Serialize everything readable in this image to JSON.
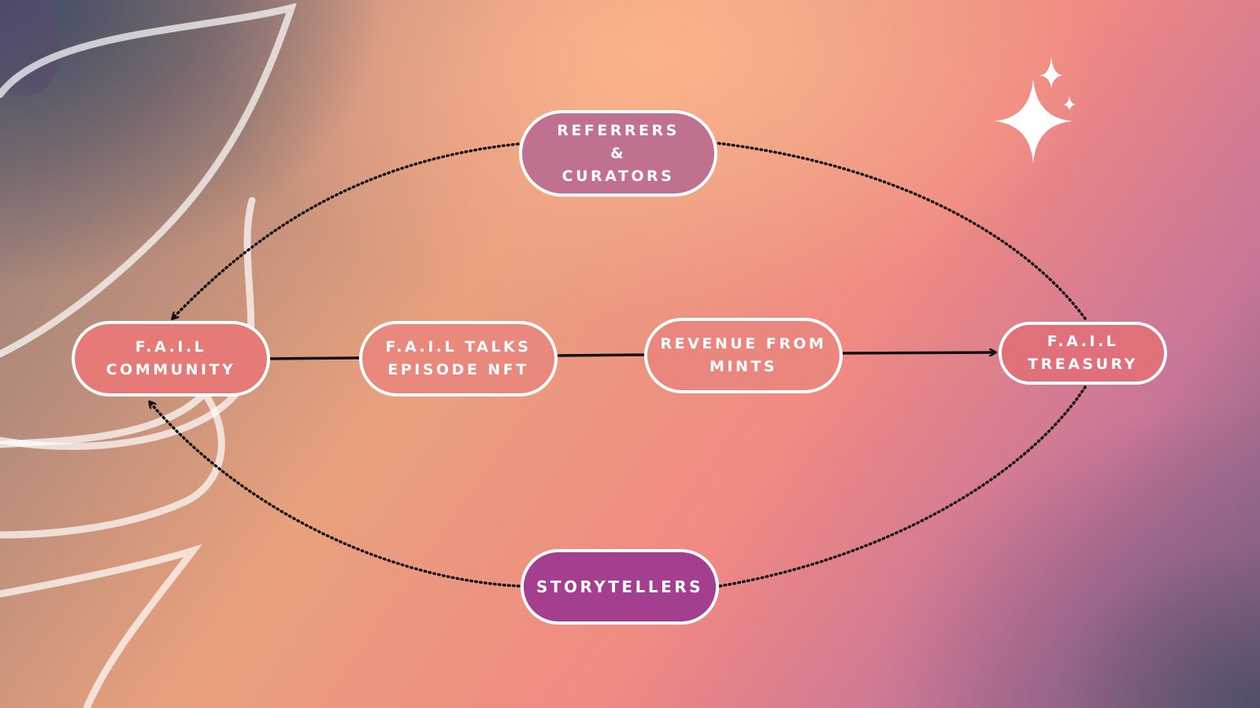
{
  "diagram": {
    "nodes": {
      "referrers": {
        "label": "REFERRERS\n&\nCURATORS",
        "color": "#c0718f"
      },
      "community": {
        "label": "F.A.I.L\nCOMMUNITY",
        "color": "#e57a76"
      },
      "talks": {
        "label": "F.A.I.L TALKS\nEPISODE NFT",
        "color": "#e9887c"
      },
      "revenue": {
        "label": "REVENUE FROM\nMINTS",
        "color": "#e9877f"
      },
      "treasury": {
        "label": "F.A.I.L\nTREASURY",
        "color": "#e0707a"
      },
      "storytellers": {
        "label": "STORYTELLERS",
        "color": "#a43f8f"
      }
    },
    "edges": [
      {
        "from": "community",
        "to": "talks",
        "style": "solid"
      },
      {
        "from": "talks",
        "to": "revenue",
        "style": "solid"
      },
      {
        "from": "revenue",
        "to": "treasury",
        "style": "solid-arrow"
      },
      {
        "from": "treasury",
        "to": "referrers",
        "style": "dotted"
      },
      {
        "from": "referrers",
        "to": "community",
        "style": "dotted-arrow"
      },
      {
        "from": "treasury",
        "to": "storytellers",
        "style": "dotted"
      },
      {
        "from": "storytellers",
        "to": "community",
        "style": "dotted-arrow"
      }
    ]
  },
  "decor": {
    "sparkle_icon": "four-point-star",
    "leaf_outline": "leaf-outline-decoration"
  }
}
